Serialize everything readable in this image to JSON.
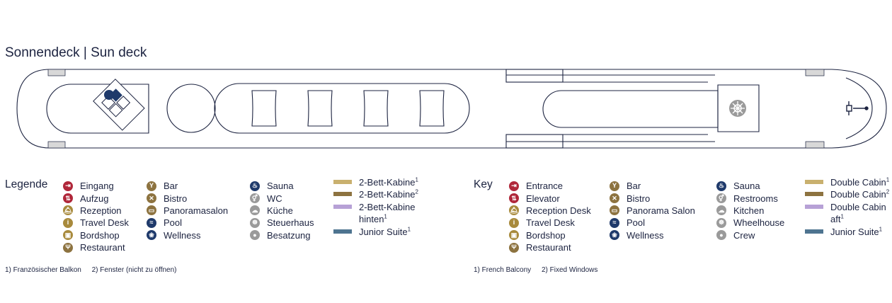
{
  "title": "Sonnendeck | Sun deck",
  "colors": {
    "navy": "#1c2340",
    "red": "#b0273a",
    "gold": "#a88a3c",
    "beige": "#c9b06e",
    "olive": "#8d7340",
    "lavender": "#b7a1d6",
    "steel": "#4e7490",
    "grey": "#9a9a9a",
    "blue": "#1f3a6b"
  },
  "legend_de": {
    "heading": "Legende",
    "col1": [
      {
        "label": "Eingang",
        "icon": "entrance-icon",
        "color": "red",
        "glyph": "⇥"
      },
      {
        "label": "Aufzug",
        "icon": "elevator-icon",
        "color": "red",
        "glyph": "⇅"
      },
      {
        "label": "Rezeption",
        "icon": "reception-bell-icon",
        "color": "gold",
        "glyph": "🛎"
      },
      {
        "label": "Travel Desk",
        "icon": "info-icon",
        "color": "gold",
        "glyph": "i"
      },
      {
        "label": "Bordshop",
        "icon": "shopping-bag-icon",
        "color": "gold",
        "glyph": "▣"
      },
      {
        "label": "Restaurant",
        "icon": "cutlery-icon",
        "color": "olive",
        "glyph": "Ψ"
      }
    ],
    "col2": [
      {
        "label": "Bar",
        "icon": "cocktail-icon",
        "color": "olive",
        "glyph": "Y"
      },
      {
        "label": "Bistro",
        "icon": "crossed-cutlery-icon",
        "color": "olive",
        "glyph": "✕"
      },
      {
        "label": "Panoramasalon",
        "icon": "panorama-icon",
        "color": "olive",
        "glyph": "▭"
      },
      {
        "label": "Pool",
        "icon": "pool-icon",
        "color": "blue",
        "glyph": "≈"
      },
      {
        "label": "Wellness",
        "icon": "lotus-icon",
        "color": "blue",
        "glyph": "❀"
      }
    ],
    "col3": [
      {
        "label": "Sauna",
        "icon": "sauna-icon",
        "color": "blue",
        "glyph": "♨"
      },
      {
        "label": "WC",
        "icon": "restroom-icon",
        "color": "grey",
        "glyph": "⚥"
      },
      {
        "label": "Küche",
        "icon": "chef-hat-icon",
        "color": "grey",
        "glyph": "☁"
      },
      {
        "label": "Steuerhaus",
        "icon": "ship-wheel-icon",
        "color": "grey",
        "glyph": "☸"
      },
      {
        "label": "Besatzung",
        "icon": "crew-icon",
        "color": "grey",
        "glyph": "●"
      }
    ],
    "cabins": [
      {
        "label": "2-Bett-Kabine",
        "sup": "1",
        "color": "beige"
      },
      {
        "label": "2-Bett-Kabine",
        "sup": "2",
        "color": "olive"
      },
      {
        "label": "2-Bett-Kabine hinten",
        "sup": "1",
        "color": "lavender"
      },
      {
        "label": "Junior Suite",
        "sup": "1",
        "color": "steel"
      }
    ],
    "footnotes": [
      "1) Französischer Balkon",
      "2) Fenster (nicht zu öffnen)"
    ]
  },
  "legend_en": {
    "heading": "Key",
    "col1": [
      {
        "label": "Entrance",
        "icon": "entrance-icon",
        "color": "red",
        "glyph": "⇥"
      },
      {
        "label": "Elevator",
        "icon": "elevator-icon",
        "color": "red",
        "glyph": "⇅"
      },
      {
        "label": "Reception Desk",
        "icon": "reception-bell-icon",
        "color": "gold",
        "glyph": "🛎"
      },
      {
        "label": "Travel Desk",
        "icon": "info-icon",
        "color": "gold",
        "glyph": "i"
      },
      {
        "label": "Bordshop",
        "icon": "shopping-bag-icon",
        "color": "gold",
        "glyph": "▣"
      },
      {
        "label": "Restaurant",
        "icon": "cutlery-icon",
        "color": "olive",
        "glyph": "Ψ"
      }
    ],
    "col2": [
      {
        "label": "Bar",
        "icon": "cocktail-icon",
        "color": "olive",
        "glyph": "Y"
      },
      {
        "label": "Bistro",
        "icon": "crossed-cutlery-icon",
        "color": "olive",
        "glyph": "✕"
      },
      {
        "label": "Panorama Salon",
        "icon": "panorama-icon",
        "color": "olive",
        "glyph": "▭"
      },
      {
        "label": "Pool",
        "icon": "pool-icon",
        "color": "blue",
        "glyph": "≈"
      },
      {
        "label": "Wellness",
        "icon": "lotus-icon",
        "color": "blue",
        "glyph": "❀"
      }
    ],
    "col3": [
      {
        "label": "Sauna",
        "icon": "sauna-icon",
        "color": "blue",
        "glyph": "♨"
      },
      {
        "label": "Restrooms",
        "icon": "restroom-icon",
        "color": "grey",
        "glyph": "⚥"
      },
      {
        "label": "Kitchen",
        "icon": "chef-hat-icon",
        "color": "grey",
        "glyph": "☁"
      },
      {
        "label": "Wheelhouse",
        "icon": "ship-wheel-icon",
        "color": "grey",
        "glyph": "☸"
      },
      {
        "label": "Crew",
        "icon": "crew-icon",
        "color": "grey",
        "glyph": "●"
      }
    ],
    "cabins": [
      {
        "label": "Double Cabin",
        "sup": "1",
        "color": "beige"
      },
      {
        "label": "Double Cabin",
        "sup": "2",
        "color": "olive"
      },
      {
        "label": "Double Cabin aft",
        "sup": "1",
        "color": "lavender"
      },
      {
        "label": "Junior Suite",
        "sup": "1",
        "color": "steel"
      }
    ],
    "footnotes": [
      "1) French Balcony",
      "2) Fixed Windows"
    ]
  }
}
